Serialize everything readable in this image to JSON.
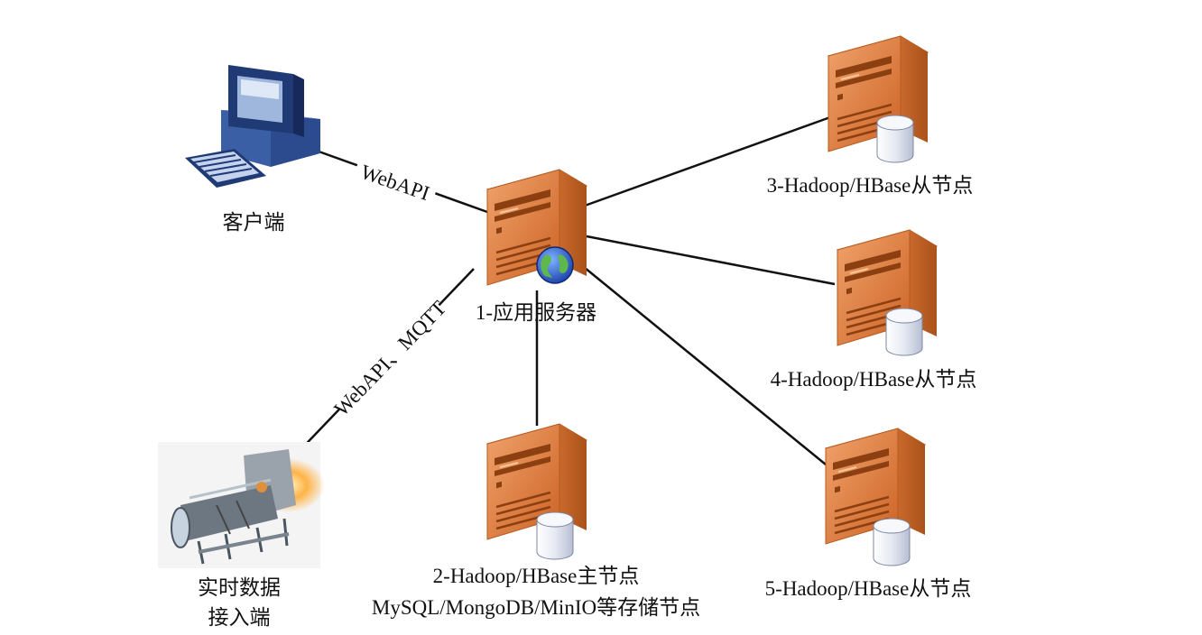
{
  "nodes": {
    "client": {
      "label": "客户端",
      "icon": "desktop-computer-icon"
    },
    "app_server": {
      "label": "1-应用服务器",
      "icon": "web-server-globe-icon"
    },
    "master": {
      "label_line1": "2-Hadoop/HBase主节点",
      "label_line2": "MySQL/MongoDB/MinIO等存储节点",
      "icon": "database-server-icon"
    },
    "slave3": {
      "label": "3-Hadoop/HBase从节点",
      "icon": "database-server-icon"
    },
    "slave4": {
      "label": "4-Hadoop/HBase从节点",
      "icon": "database-server-icon"
    },
    "slave5": {
      "label": "5-Hadoop/HBase从节点",
      "icon": "database-server-icon"
    },
    "realtime": {
      "label_line1": "实时数据",
      "label_line2": "接入端",
      "icon": "turbine-engine-icon"
    }
  },
  "edges": {
    "client_app": "WebAPI",
    "realtime_app": "WebAPI、MQTT"
  },
  "colors": {
    "server_front": "#e07b39",
    "server_side": "#b85a1e",
    "server_top": "#f0a068",
    "line": "#111111",
    "monitor_blue": "#1f3a75"
  }
}
